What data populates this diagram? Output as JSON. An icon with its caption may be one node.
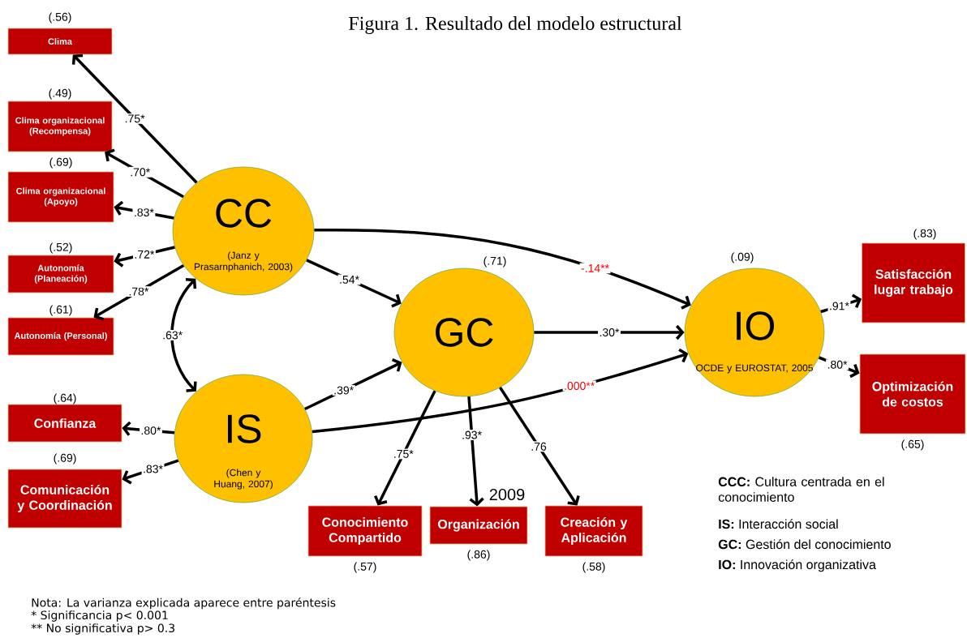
{
  "diagram": {
    "title": "Figura 1. Resultado del modelo estructural",
    "nodes": [
      {
        "text": [
          "Clima"
        ],
        "beside": [
          "(.56)"
        ]
      },
      {
        "text": [
          "Clima organizacional (Recompensa)"
        ],
        "beside": [
          "(.49)"
        ]
      },
      {
        "text": [
          "Clima organizacional (Apoyo)"
        ],
        "beside": [
          "(.69)"
        ]
      },
      {
        "text": [
          "Autonomía (Planeación)"
        ],
        "beside": [
          "(.52)"
        ]
      },
      {
        "text": [
          "Autonomía (Personal)"
        ],
        "beside": [
          "(.61)"
        ]
      },
      {
        "text": [
          "CC",
          "(Janz y Prasarnphanich, 2003)"
        ]
      },
      {
        "text": [
          "IS",
          "(Chen y Huang, 2007)"
        ]
      },
      {
        "text": [
          "Confianza"
        ],
        "beside": [
          "(.64)"
        ]
      },
      {
        "text": [
          "Comunicación y Coordinación"
        ],
        "beside": [
          "(.69)"
        ]
      },
      {
        "text": [
          "GC"
        ],
        "beside": [
          "(.71)"
        ]
      },
      {
        "text": [
          "IO",
          "OCDE y EUROSTAT, 2005"
        ],
        "beside": [
          "(.09)"
        ]
      },
      {
        "text": [
          "Satisfacción lugar trabajo"
        ],
        "beside": [
          "(.83)"
        ]
      },
      {
        "text": [
          "Optimización de costos"
        ],
        "beside": [
          "(.65)"
        ]
      },
      {
        "text": [
          "Conocimiento Compartido"
        ],
        "beside": [
          "(.57)"
        ]
      },
      {
        "text": [
          "Organización"
        ],
        "beside": [
          "(.86)"
        ]
      },
      {
        "text": [
          "Creación y Aplicación"
        ],
        "beside": [
          "(.58)"
        ]
      }
    ],
    "edges": [
      {
        "from": 5,
        "to": 0,
        "arrow": "to",
        "label": ".75*"
      },
      {
        "from": 5,
        "to": 1,
        "arrow": "to",
        "label": ".70*"
      },
      {
        "from": 5,
        "to": 2,
        "arrow": "to",
        "label": ".83*"
      },
      {
        "from": 5,
        "to": 3,
        "arrow": "to",
        "label": ".72*"
      },
      {
        "from": 5,
        "to": 4,
        "arrow": "to",
        "label": ".78*"
      },
      {
        "from": 5,
        "to": 6,
        "arrow": "both",
        "label": ".63*"
      },
      {
        "from": 5,
        "to": 9,
        "arrow": "to",
        "label": ".54*"
      },
      {
        "from": 5,
        "to": 10,
        "arrow": "to",
        "label": "-.14**"
      },
      {
        "from": 6,
        "to": 9,
        "arrow": "to",
        "label": ".39*"
      },
      {
        "from": 6,
        "to": 10,
        "arrow": "to",
        "label": ".000**"
      },
      {
        "from": 9,
        "to": 10,
        "arrow": "to",
        "label": ".30*"
      },
      {
        "from": 6,
        "to": 7,
        "arrow": "to",
        "label": ".80*"
      },
      {
        "from": 6,
        "to": 8,
        "arrow": "to",
        "label": ".83*"
      },
      {
        "from": 9,
        "to": 13,
        "arrow": "to",
        "label": ".75*"
      },
      {
        "from": 9,
        "to": 14,
        "arrow": "to",
        "label": ".93*"
      },
      {
        "from": 9,
        "to": 15,
        "arrow": "to",
        "label": ".76"
      },
      {
        "from": 10,
        "to": 11,
        "arrow": "to",
        "label": ".91*"
      },
      {
        "from": 10,
        "to": 12,
        "arrow": "to",
        "label": ".80*"
      }
    ],
    "labels": [
      "2009",
      "**CCC:** Cultura centrada en el conocimiento",
      "**IS:** Interacción social",
      "**GC:** Gestión del conocimiento",
      "**IO:** Innovación organizativa",
      "Nota: La varianza explicada aparece entre paréntesis",
      "* Significancia p< 0.001",
      "** No significativa p> 0.3"
    ]
  }
}
